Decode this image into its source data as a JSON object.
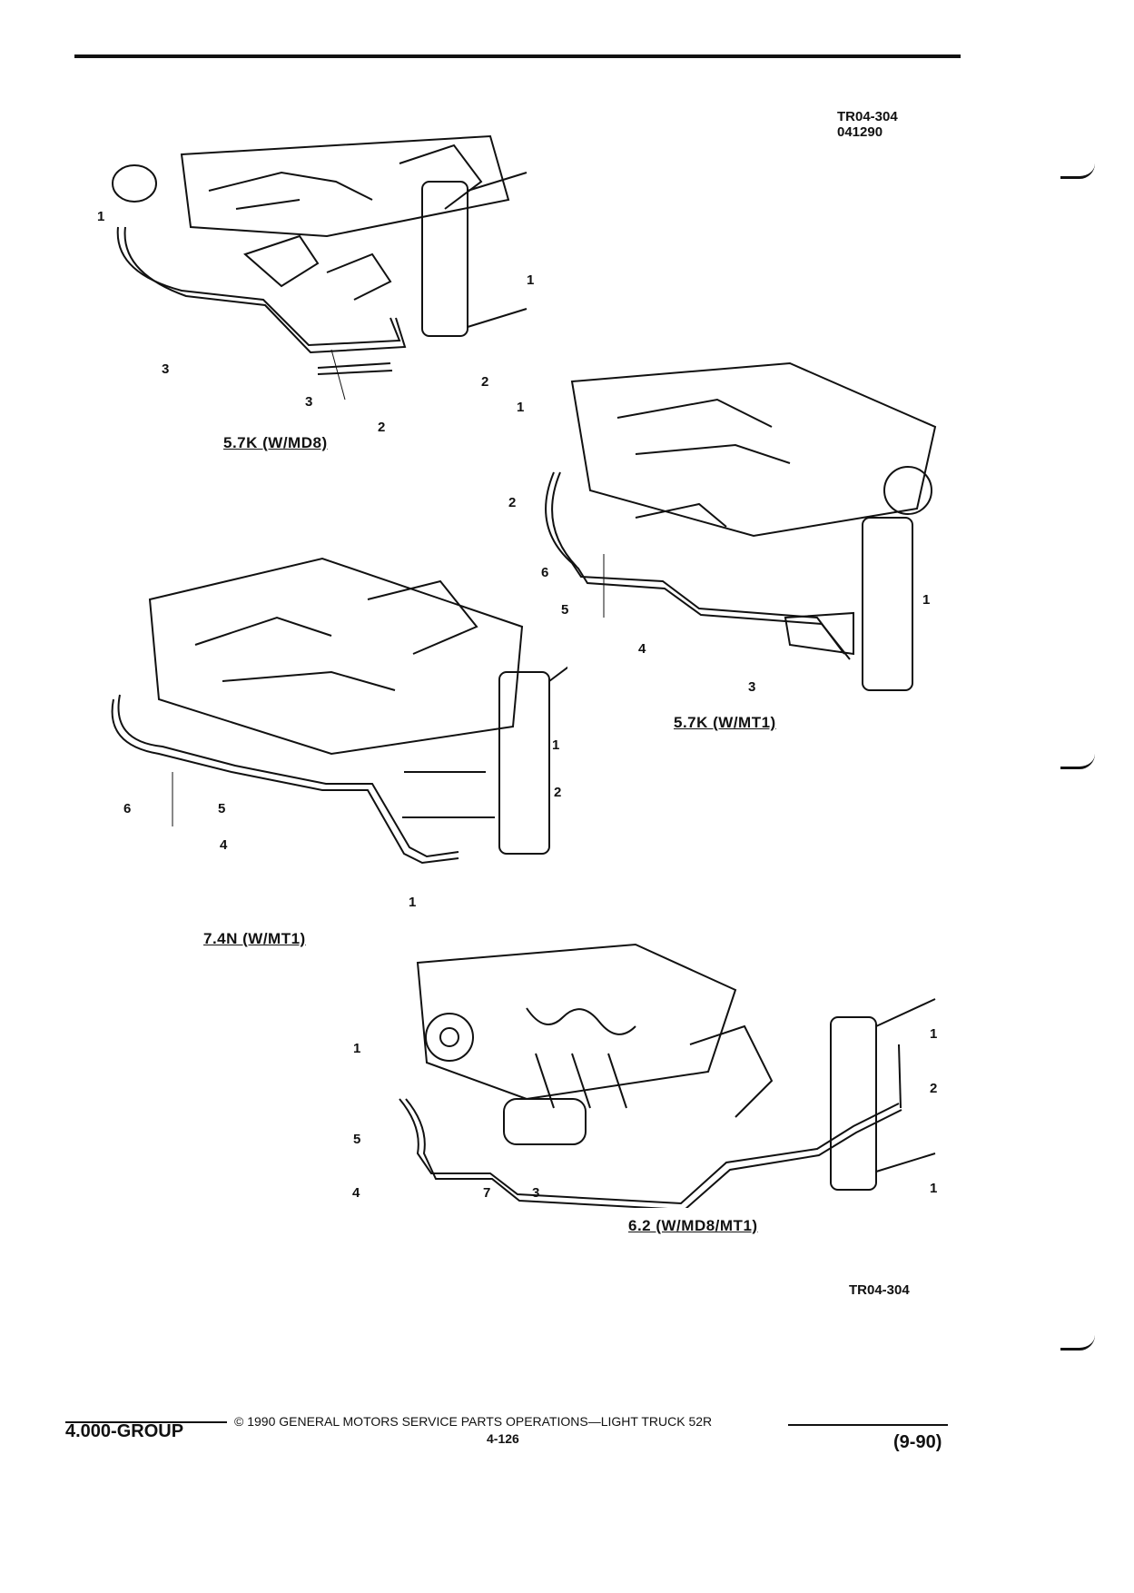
{
  "header": {
    "code": "TR04-304",
    "date_code": "041290"
  },
  "figures": [
    {
      "caption": "5.7K (W/MD8)",
      "callouts": [
        "1",
        "1",
        "2",
        "2",
        "3",
        "3"
      ]
    },
    {
      "caption": "5.7K (W/MT1)",
      "callouts": [
        "1",
        "2",
        "6",
        "5",
        "4",
        "1",
        "3"
      ]
    },
    {
      "caption": "7.4N (W/MT1)",
      "callouts": [
        "1",
        "2",
        "6",
        "5",
        "4",
        "1"
      ]
    },
    {
      "caption": "6.2 (W/MD8/MT1)",
      "callouts": [
        "1",
        "5",
        "4",
        "7",
        "3",
        "1",
        "2",
        "1"
      ]
    }
  ],
  "bottom_code": "TR04-304",
  "footer": {
    "group": "4.000-GROUP",
    "copyright": "© 1990 GENERAL MOTORS SERVICE PARTS OPERATIONS—LIGHT TRUCK 52R",
    "page": "4-126",
    "date": "(9-90)"
  }
}
